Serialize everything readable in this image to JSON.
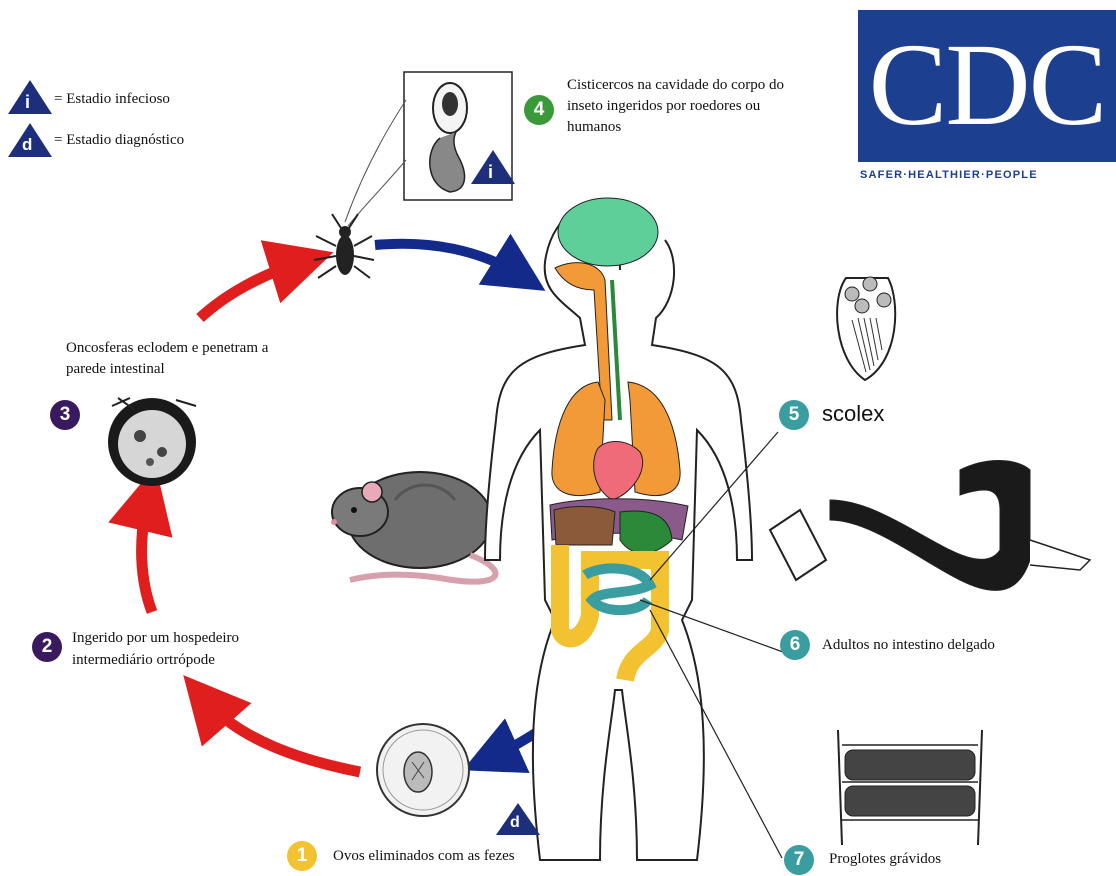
{
  "legend": {
    "infective_letter": "i",
    "infective_label": "= Estadio infecioso",
    "diagnostic_letter": "d",
    "diagnostic_label": "= Estadio diagnóstico"
  },
  "logo": {
    "letters": "CDC",
    "tagline": "SAFER·HEALTHIER·PEOPLE"
  },
  "colors": {
    "infective_triangle": "#1d2f7a",
    "arrow_red": "#e01e1e",
    "arrow_blue": "#142a8a",
    "step_purple": "#3a1a5e",
    "step_green": "#3a9a3a",
    "step_teal": "#3a9ea0",
    "step_yellow": "#f2c230",
    "cdc_blue": "#1d3f8f"
  },
  "steps": [
    {
      "number": "1",
      "text": "Ovos eliminados com as fezes",
      "color": "#f2c230"
    },
    {
      "number": "2",
      "text_line1": "Ingerido por um hospedeiro",
      "text_line2": "intermediário ortrópode",
      "color": "#3a1a5e"
    },
    {
      "number": "3",
      "text_line1": "Oncosferas eclodem e penetram a",
      "text_line2": "parede intestinal",
      "color": "#3a1a5e"
    },
    {
      "number": "4",
      "text_line1": "Cisticercos na cavidade do corpo do",
      "text_line2": "inseto ingeridos por roedores ou",
      "text_line3": "humanos",
      "color": "#3a9a3a"
    },
    {
      "number": "5",
      "text": "scolex",
      "color": "#3a9ea0"
    },
    {
      "number": "6",
      "text": "Adultos no intestino delgado",
      "color": "#3a9ea0"
    },
    {
      "number": "7",
      "text": "Proglotes grávidos",
      "color": "#3a9ea0"
    }
  ],
  "stage_badges": {
    "cysticercoid": "i",
    "egg": "d"
  }
}
